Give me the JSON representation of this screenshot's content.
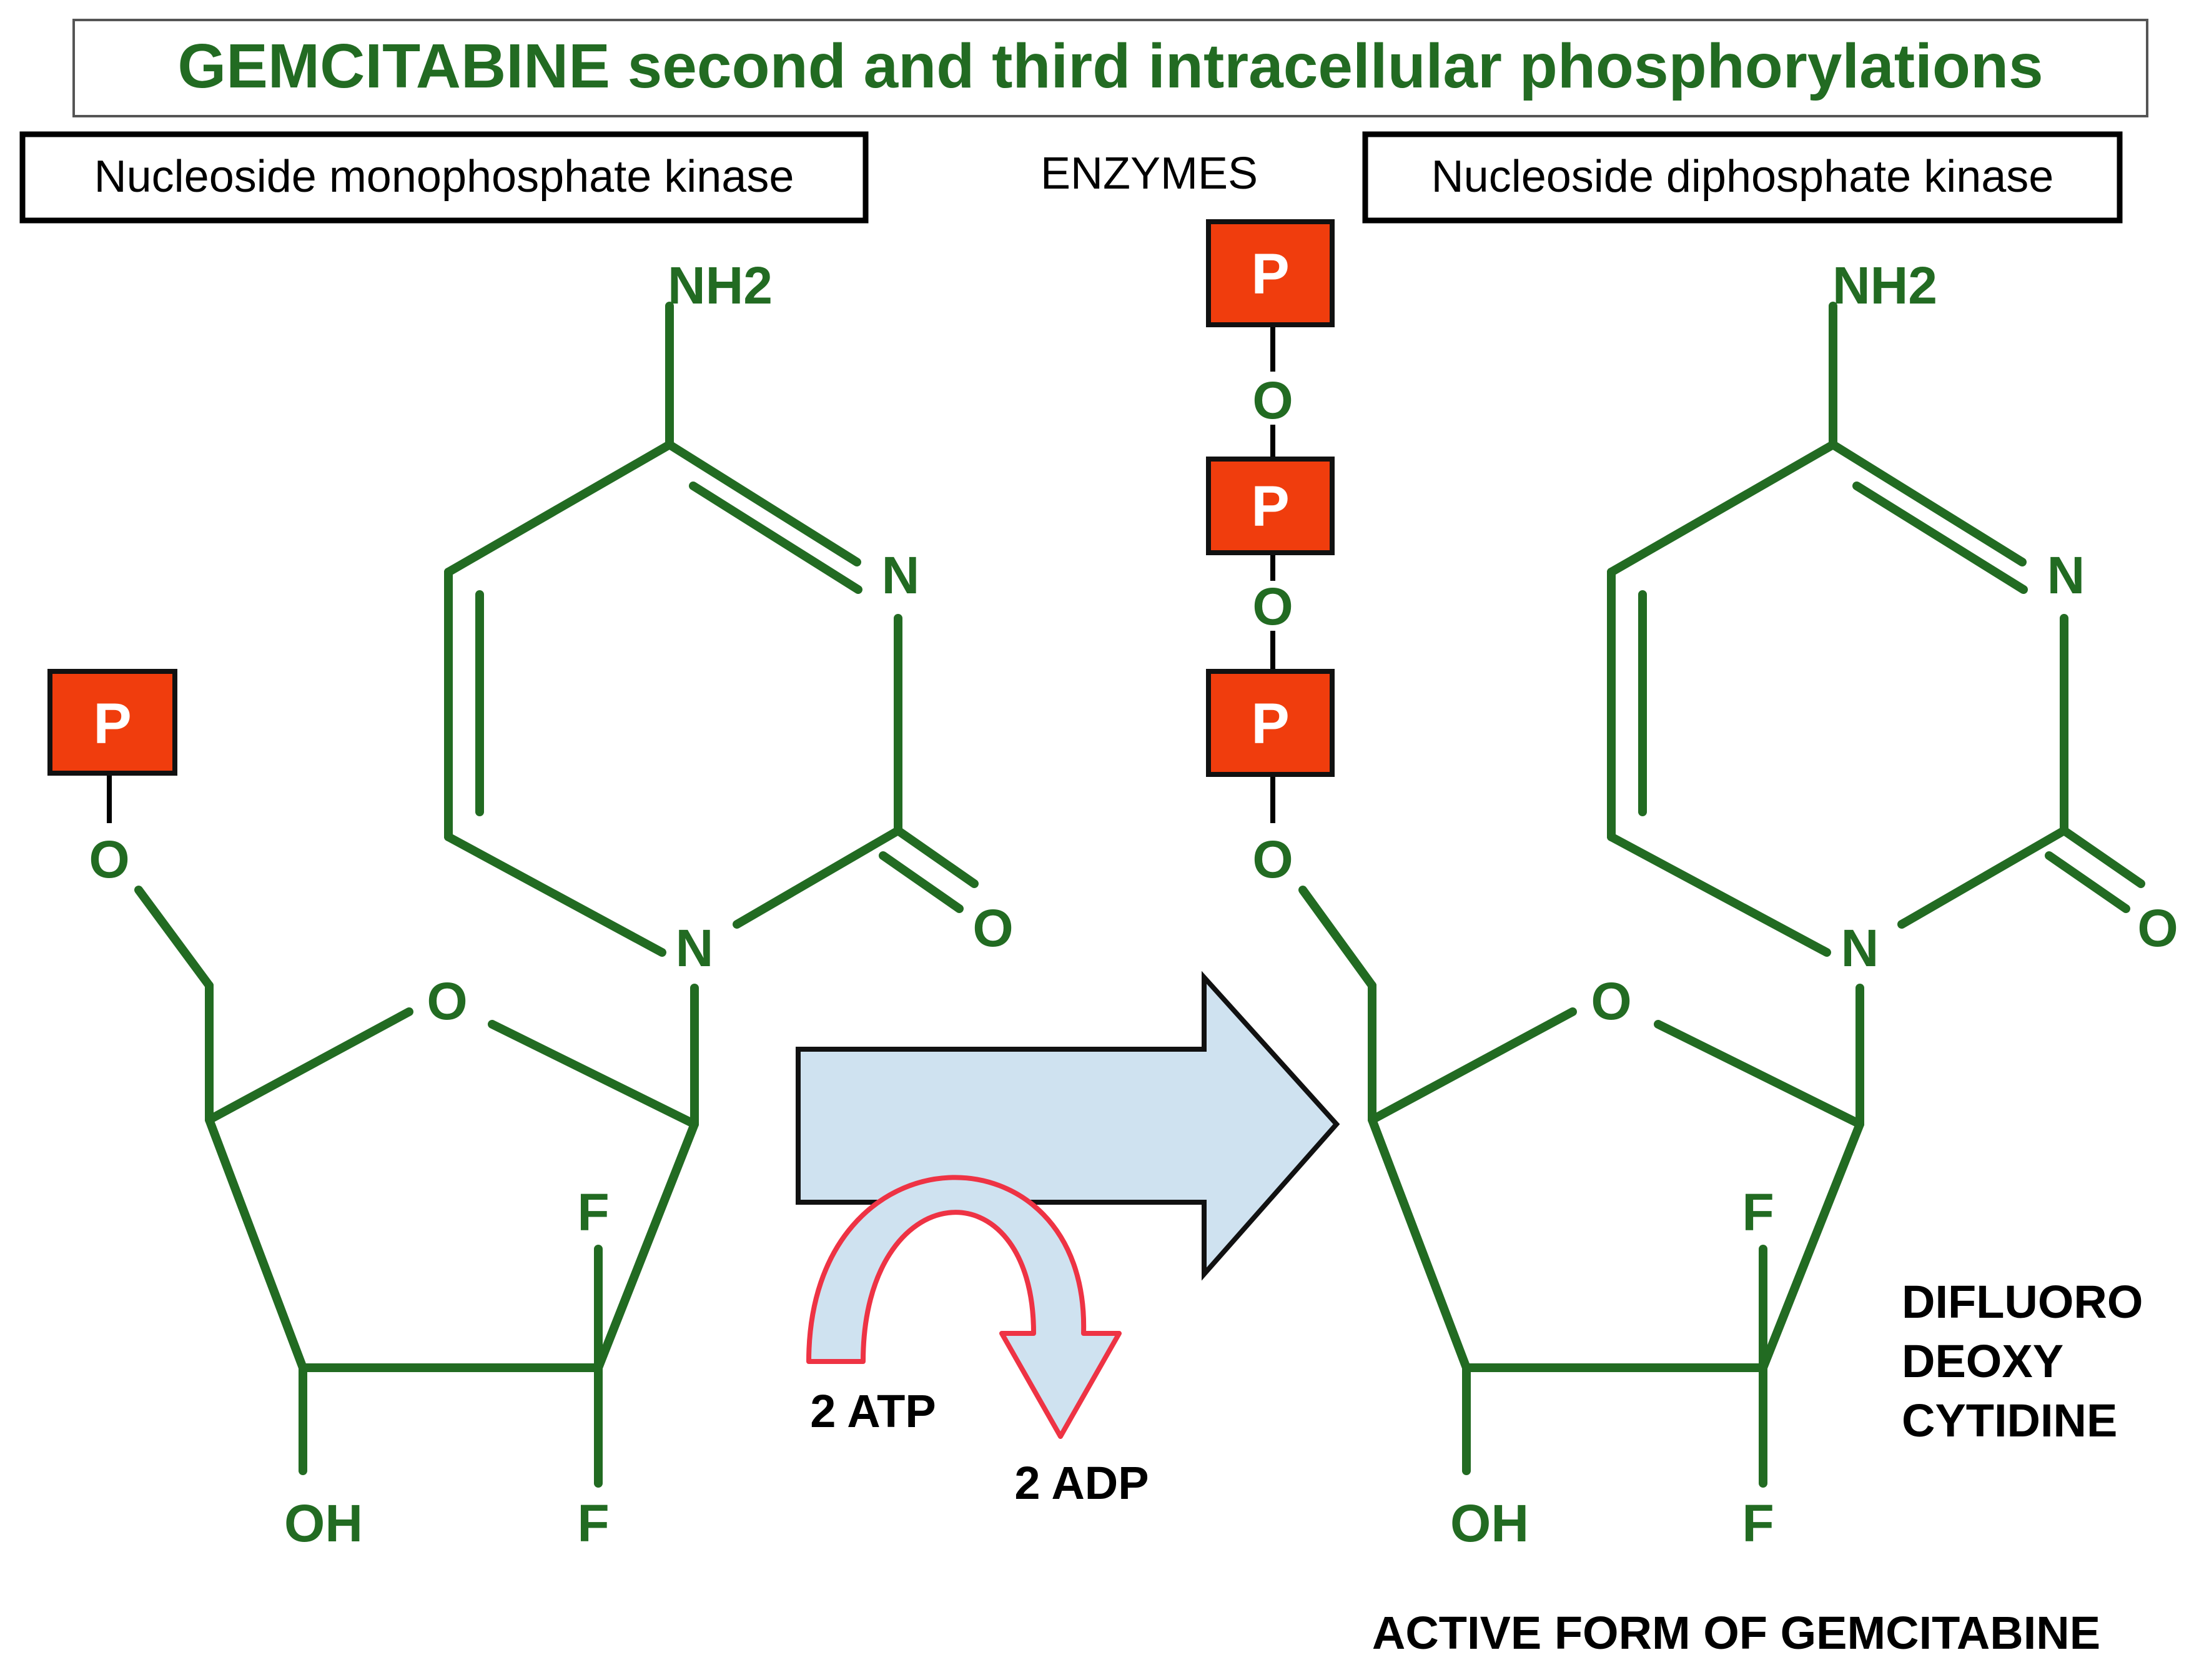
{
  "colors": {
    "molecule_green": "#226b22",
    "phosphate_fill": "#f03d0d",
    "arrow_fill": "#cfe2f0",
    "curved_arrow_outline": "#ee3344",
    "box_border": "#000000",
    "title_border": "#555555"
  },
  "title": "GEMCITABINE second and third intracellular phosphorylations",
  "enzymes": {
    "left": "Nucleoside monophosphate kinase",
    "center": "ENZYMES",
    "right": "Nucleoside diphosphate kinase"
  },
  "atoms": {
    "nh2": "NH2",
    "n": "N",
    "o": "O",
    "oh": "OH",
    "f": "F",
    "p": "P"
  },
  "cofactors": {
    "atp": "2 ATP",
    "adp": "2 ADP"
  },
  "compound_name": {
    "line1": "DIFLUORO",
    "line2": "DEOXY",
    "line3": "CYTIDINE"
  },
  "footer": "ACTIVE FORM OF GEMCITABINE"
}
